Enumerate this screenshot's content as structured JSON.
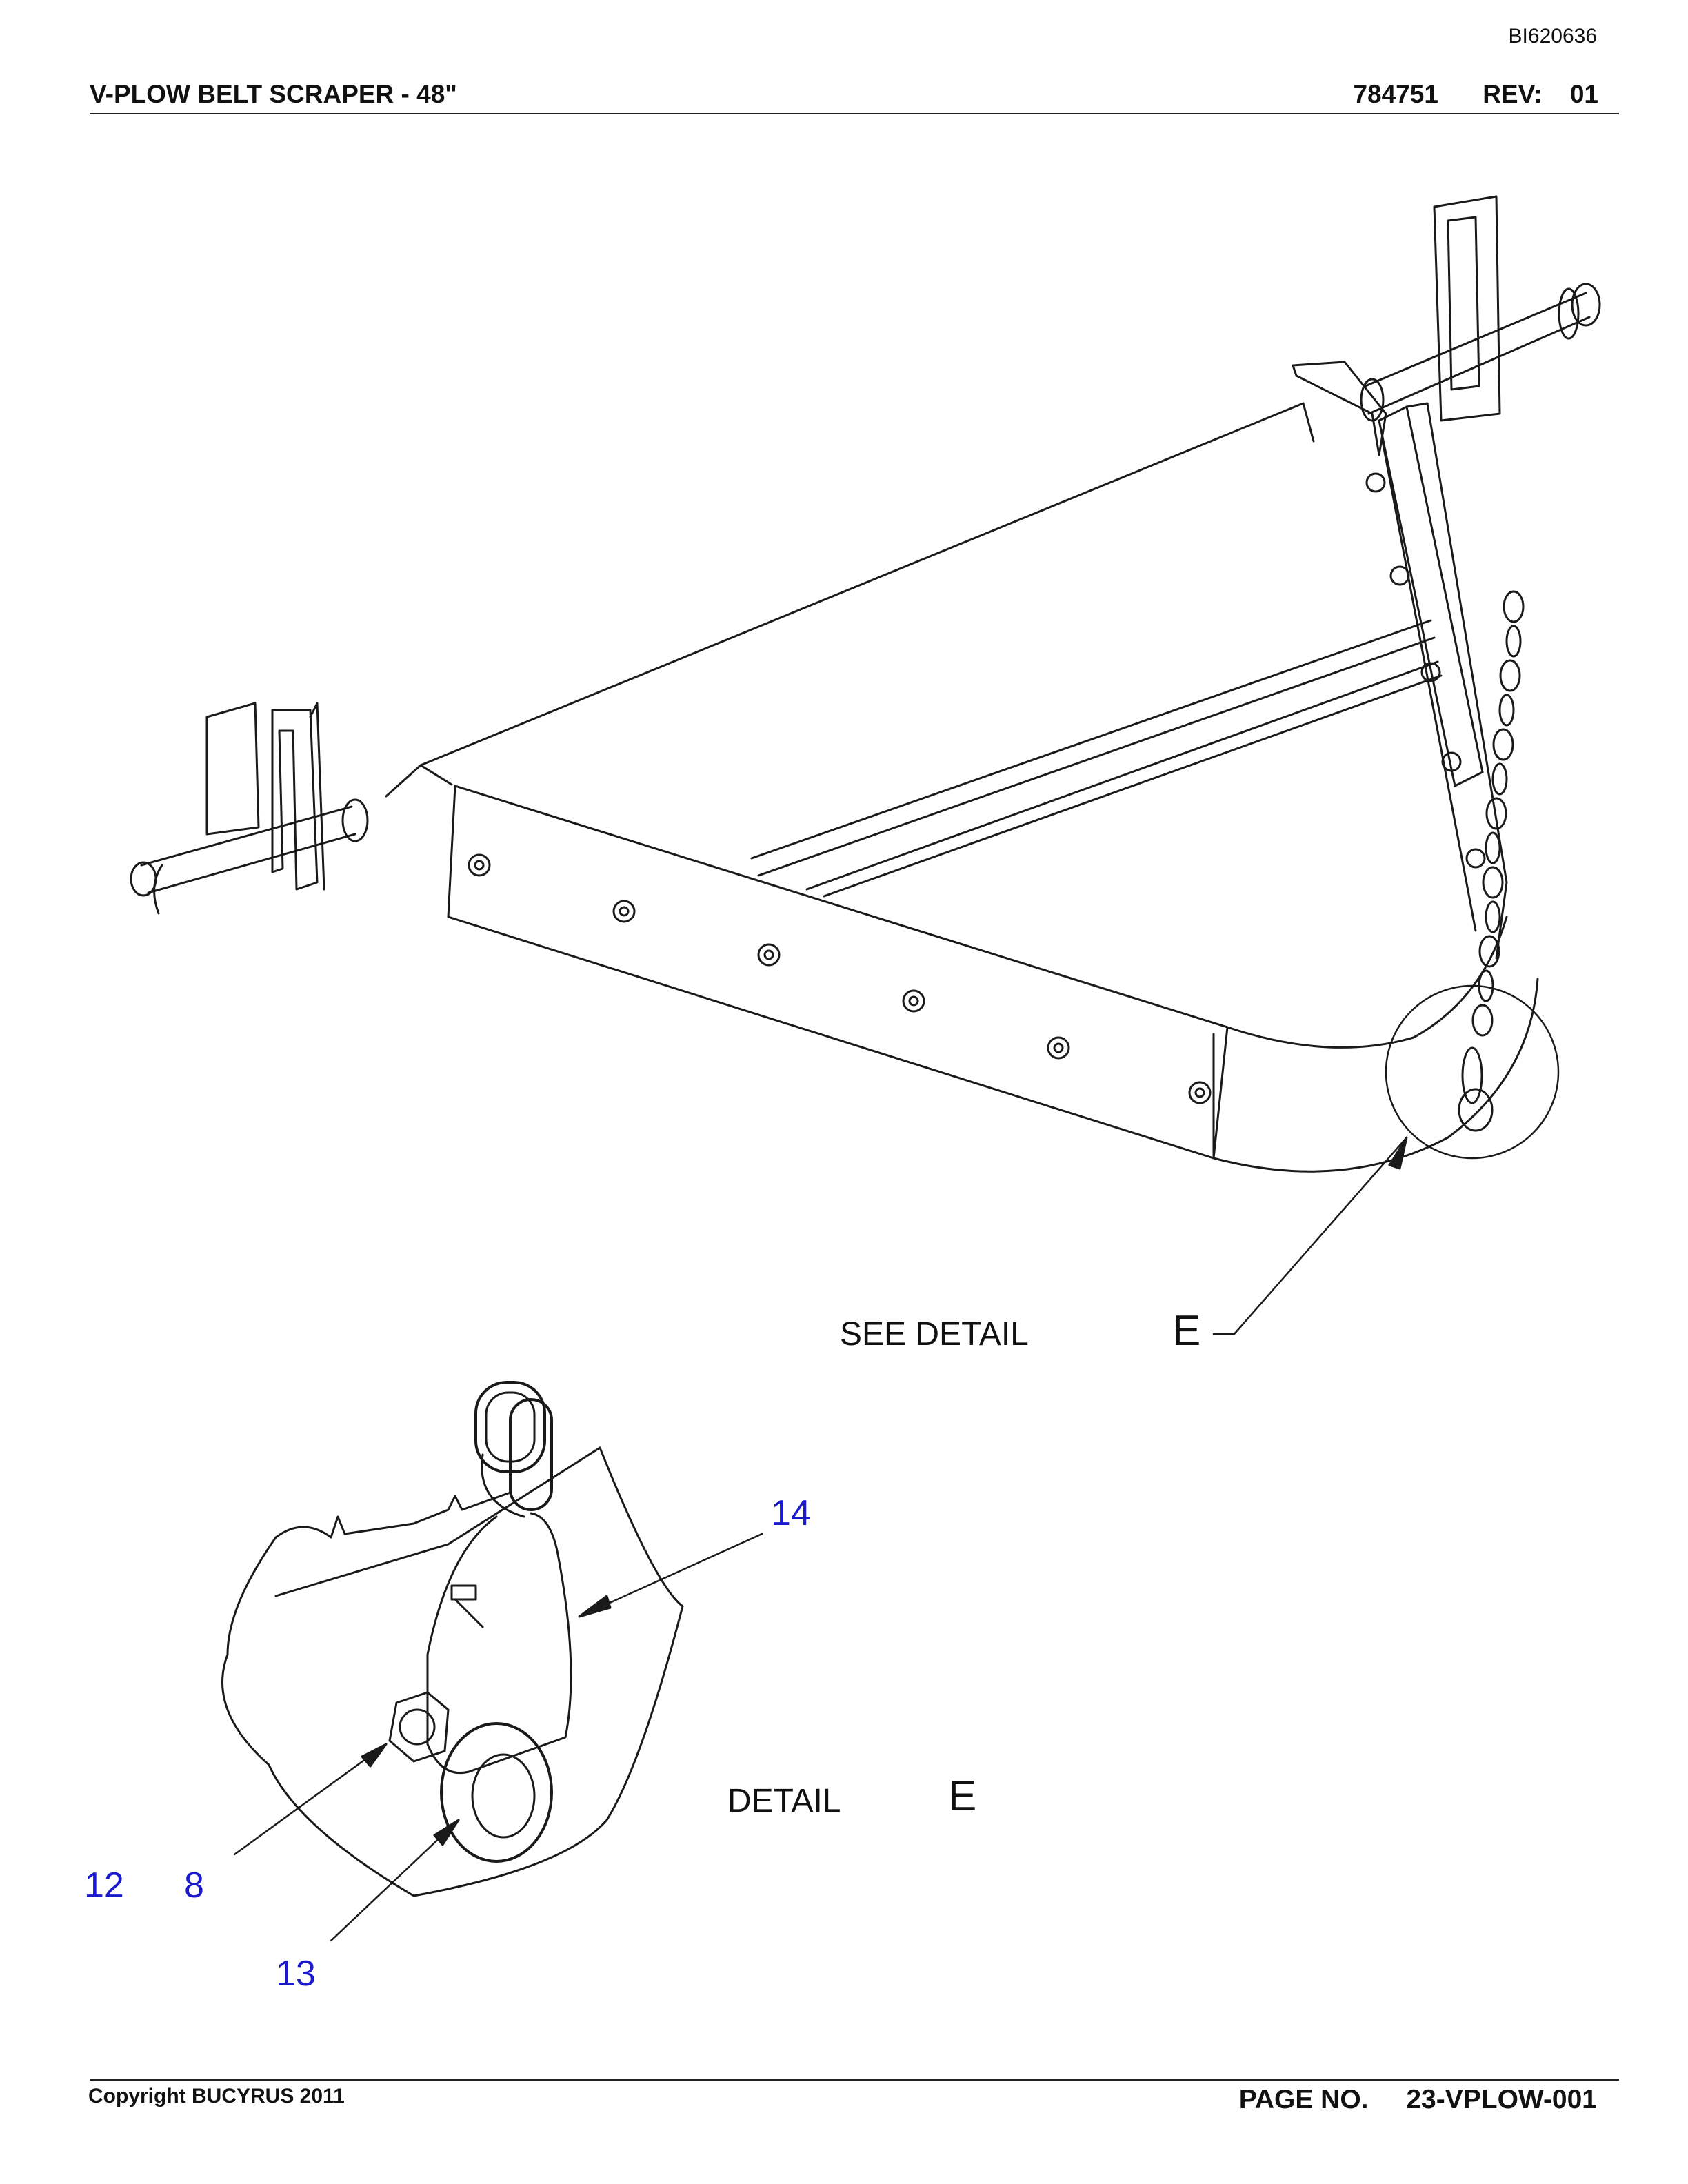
{
  "header": {
    "doc_id": "BI620636",
    "title": "V-PLOW BELT SCRAPER - 48\"",
    "part_number": "784751",
    "rev_label": "REV:",
    "rev_value": "01"
  },
  "drawing": {
    "see_detail_label": "SEE DETAIL",
    "see_detail_letter": "E",
    "detail_label": "DETAIL",
    "detail_letter": "E",
    "callouts": [
      "14",
      "12",
      "8",
      "13"
    ]
  },
  "footer": {
    "copyright": "Copyright BUCYRUS 2011",
    "page_label": "PAGE NO.",
    "page_value": "23-VPLOW-001"
  }
}
